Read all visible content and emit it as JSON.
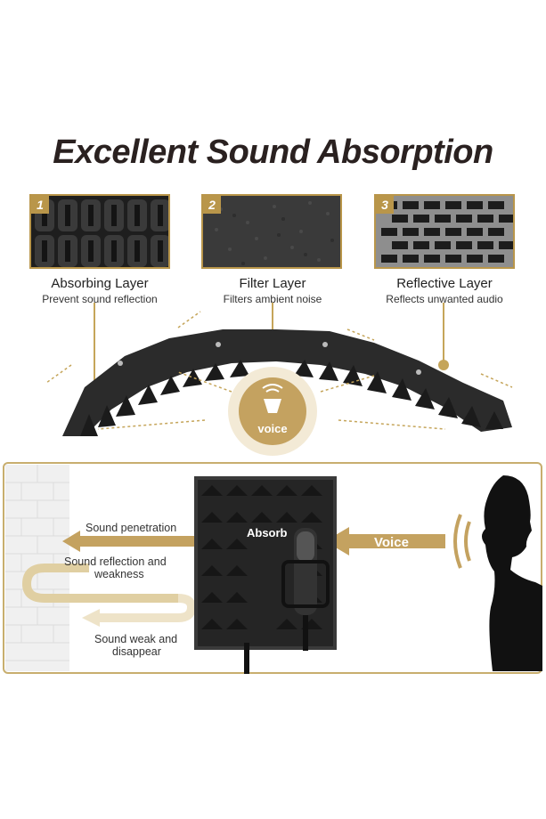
{
  "title": "Excellent Sound Absorption",
  "layers": [
    {
      "number": "1",
      "name": "Absorbing Layer",
      "description": "Prevent sound reflection"
    },
    {
      "number": "2",
      "name": "Filter Layer",
      "description": "Filters ambient noise"
    },
    {
      "number": "3",
      "name": "Reflective Layer",
      "description": "Reflects unwanted audio"
    }
  ],
  "voice_badge": "voice",
  "diagram": {
    "sound_penetration": "Sound penetration",
    "absorb": "Absorb",
    "voice": "Voice",
    "reflection_line1": "Sound reflection and",
    "reflection_line2": "weakness",
    "weak_line1": "Sound weak and",
    "weak_line2": "disappear"
  },
  "colors": {
    "accent": "#b9964a",
    "foam": "#2b2b2b",
    "title": "#2a2120"
  }
}
